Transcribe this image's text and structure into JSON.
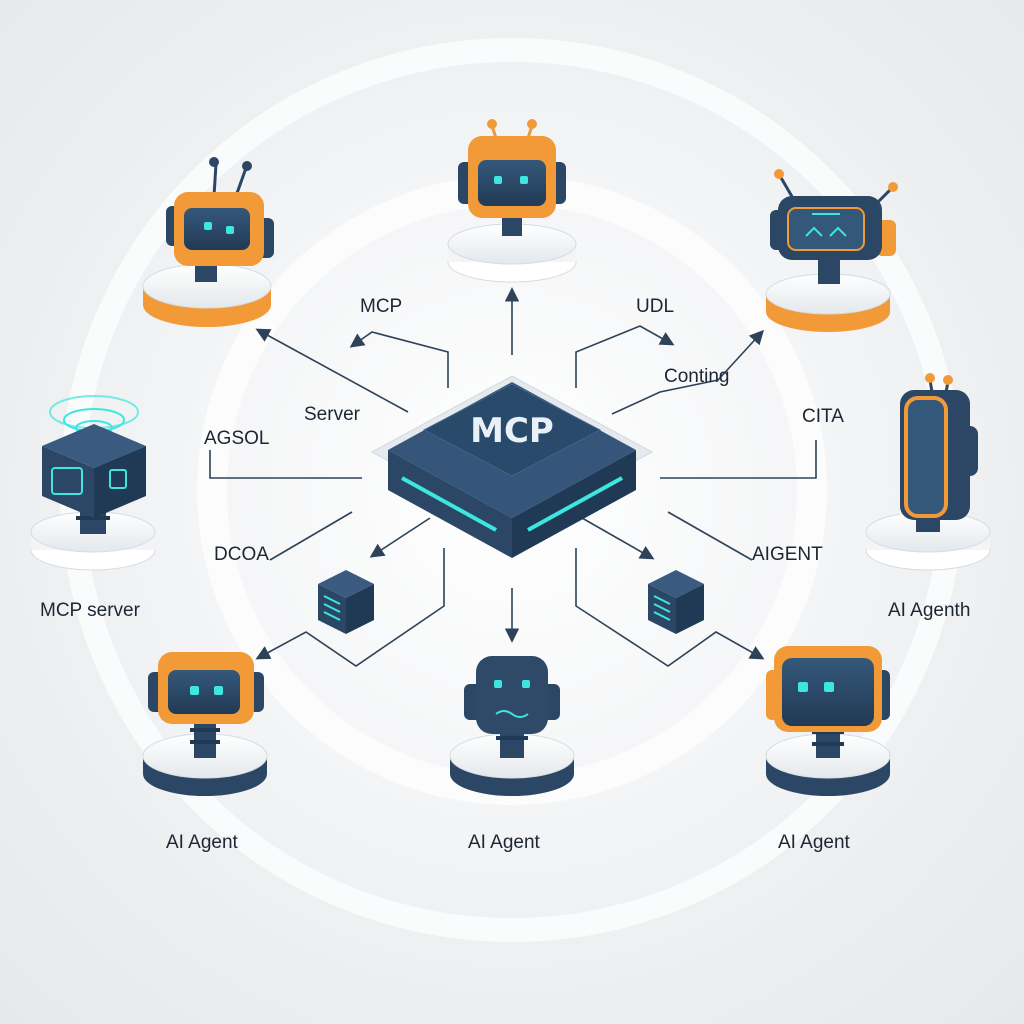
{
  "colors": {
    "navy": "#2f4a68",
    "navy_dark": "#223a55",
    "orange": "#f29a38",
    "orange_dark": "#e07d22",
    "cyan": "#3ee6e0",
    "line": "#2e4258",
    "platform": "#f4f6f8"
  },
  "hub": {
    "label": "MCP",
    "icon": "server-stack-icon"
  },
  "connector_labels": {
    "mcp": "MCP",
    "server": "Server",
    "udl": "UDL",
    "conting": "Conting",
    "agsol": "AGSOL",
    "cita": "CITA",
    "dcoa": "DCOA",
    "aigent": "AIGENT"
  },
  "node_labels": {
    "mcp_server": "MCP server",
    "agent_right": "AI Agenth",
    "agent_bottom_left": "AI Agent",
    "agent_bottom_center": "AI Agent",
    "agent_bottom_right": "AI Agent"
  },
  "nodes": [
    {
      "id": "robot-top-left",
      "icon": "robot-icon"
    },
    {
      "id": "robot-top-center",
      "icon": "robot-icon"
    },
    {
      "id": "robot-top-right",
      "icon": "robot-icon"
    },
    {
      "id": "mcp-server-node",
      "icon": "server-cube-icon"
    },
    {
      "id": "robot-right",
      "icon": "robot-icon"
    },
    {
      "id": "robot-bottom-left",
      "icon": "robot-icon"
    },
    {
      "id": "robot-bottom-center",
      "icon": "robot-icon"
    },
    {
      "id": "robot-bottom-right",
      "icon": "robot-icon"
    }
  ]
}
